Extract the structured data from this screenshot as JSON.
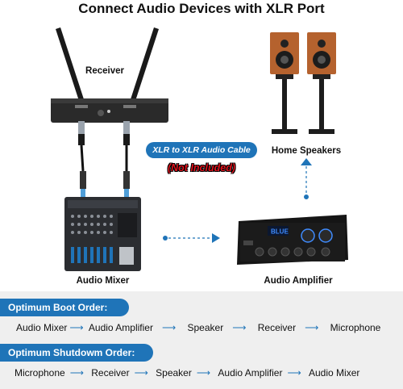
{
  "title": "Connect Audio Devices with XLR Port",
  "labels": {
    "receiver": "Receiver",
    "home_speakers": "Home Speakers",
    "audio_mixer": "Audio Mixer",
    "audio_amplifier": "Audio Amplifier",
    "cable": "XLR to XLR Audio Cable",
    "not_included": "(Not Included)"
  },
  "amp_display": "BLUE",
  "boot": {
    "heading": "Optimum Boot Order:",
    "steps": [
      "Audio Mixer",
      "Audio Amplifier",
      "Speaker",
      "Receiver",
      "Microphone"
    ]
  },
  "shutdown": {
    "heading": "Optimum Shutdowm Order:",
    "steps": [
      "Microphone",
      "Receiver",
      "Speaker",
      "Audio Amplifier",
      "Audio Mixer"
    ]
  },
  "colors": {
    "accent": "#1f74b8",
    "warning": "#e3121c",
    "panel": "#efefef"
  }
}
